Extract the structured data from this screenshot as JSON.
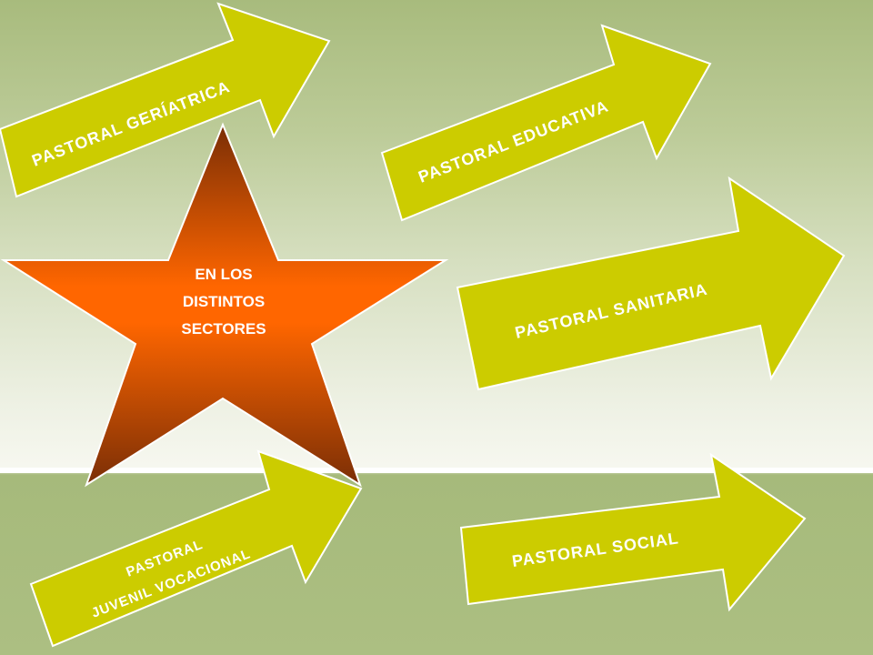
{
  "star": {
    "lines": [
      "EN LOS",
      "DISTINTOS",
      "SECTORES"
    ],
    "colors": {
      "top": "#7a2e06",
      "middle": "#ff6600",
      "bottom": "#7a2e06"
    }
  },
  "arrows": [
    {
      "id": "geriatrica",
      "label": "PASTORAL GERÍATRICA"
    },
    {
      "id": "educativa",
      "label": "PASTORAL EDUCATIVA"
    },
    {
      "id": "sanitaria",
      "label": "PASTORAL SANITARIA"
    },
    {
      "id": "juvenil",
      "lines": [
        "PASTORAL",
        "JUVENIL VOCACIONAL"
      ]
    },
    {
      "id": "social",
      "label": "PASTORAL SOCIAL"
    }
  ],
  "colors": {
    "arrow_fill": "#cccc00",
    "arrow_stroke": "#ffffff",
    "label": "#ffffff"
  }
}
